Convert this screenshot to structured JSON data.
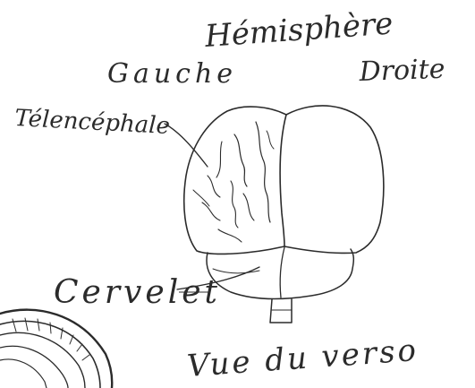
{
  "labels": {
    "hemisphere": "Hémisphère",
    "left": "Gauche",
    "right": "Droite",
    "telencephalon": "Télencéphale",
    "cerebellum": "Cervelet",
    "view": "Vue du verso"
  },
  "colors": {
    "ink": "#2b2b2b",
    "paper": "#ffffff"
  }
}
